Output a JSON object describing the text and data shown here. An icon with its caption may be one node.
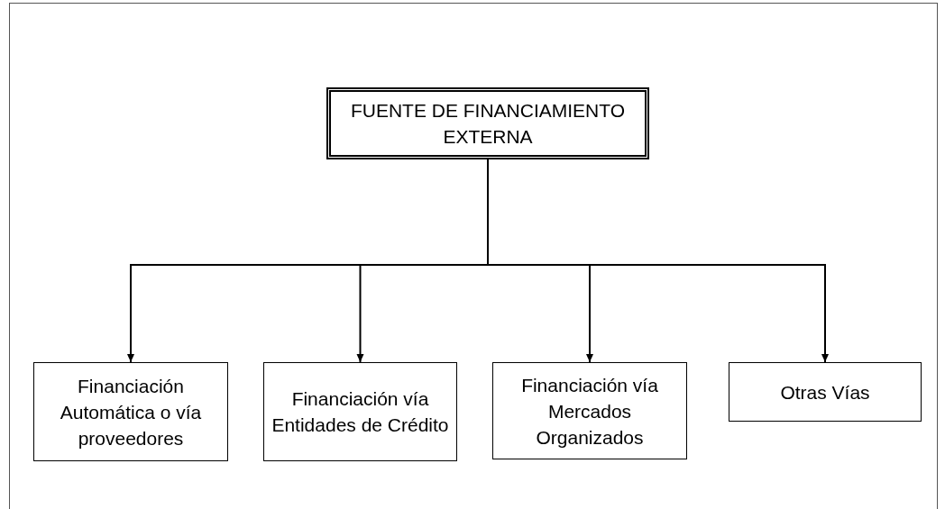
{
  "diagram": {
    "nodes": [
      {
        "text": [
          "FUENTE DE FINANCIAMIENTO EXTERNA"
        ]
      },
      {
        "text": [
          "Financiación Automática o vía proveedores"
        ]
      },
      {
        "text": [
          "Financiación vía Entidades de Crédito"
        ]
      },
      {
        "text": [
          "Financiación vía Mercados Organizados"
        ]
      },
      {
        "text": [
          "Otras Vías"
        ]
      }
    ],
    "edges": [
      {
        "from": 0,
        "to": 1,
        "arrow": "to"
      },
      {
        "from": 0,
        "to": 2,
        "arrow": "to"
      },
      {
        "from": 0,
        "to": 3,
        "arrow": "to"
      },
      {
        "from": 0,
        "to": 4,
        "arrow": "to"
      }
    ]
  }
}
